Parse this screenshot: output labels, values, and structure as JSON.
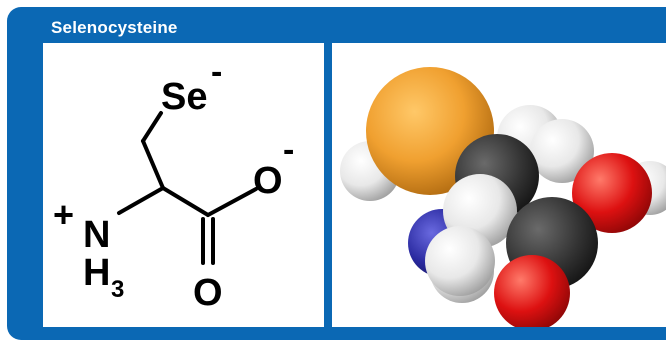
{
  "title": "Selenocysteine",
  "structure": {
    "se_label": "Se",
    "se_charge": "-",
    "o_single_label": "O",
    "o_single_charge": "-",
    "o_double_label": "O",
    "n_charge": "+",
    "n_label": "N",
    "h_label": "H",
    "h_subscript": "3"
  },
  "model_colors": {
    "selenium": "#f0a030",
    "carbon": "#333333",
    "hydrogen": "#e8e8e8",
    "oxygen": "#dd1111",
    "nitrogen": "#2a2aa0"
  }
}
